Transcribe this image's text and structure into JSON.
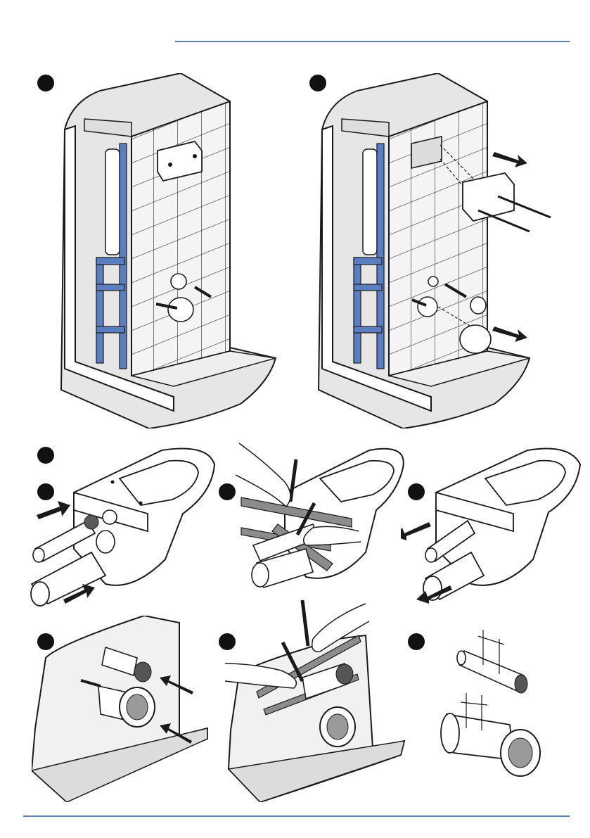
{
  "colors": {
    "rule": "#5a7fb0",
    "frame_blue": "#5b7ec2",
    "line": "#1a1a1a",
    "tile": "#f2f2f2",
    "shade": "#d9d9d9",
    "ruler": "#8c8c8c"
  },
  "steps": [
    {
      "id": "step-1",
      "illustration": "wall-frame-with-outlet-caps"
    },
    {
      "id": "step-2",
      "illustration": "remove-protective-box-and-caps"
    },
    {
      "id": "step-3",
      "illustration": "pan-with-pipes"
    },
    {
      "id": "step-4",
      "illustration": "insert-pipes-into-pan"
    },
    {
      "id": "step-5",
      "illustration": "mark-pipes-with-ruler"
    },
    {
      "id": "step-6",
      "illustration": "remove-pipes-from-pan"
    },
    {
      "id": "step-7",
      "illustration": "insert-pipes-into-wall"
    },
    {
      "id": "step-8",
      "illustration": "mark-pipes-at-wall"
    },
    {
      "id": "step-9",
      "illustration": "cut-pipes-to-length"
    }
  ],
  "icons": [
    "arrow-icon",
    "pencil-icon",
    "hand-icon",
    "ruler-icon",
    "screw-icon",
    "pipe-icon"
  ]
}
